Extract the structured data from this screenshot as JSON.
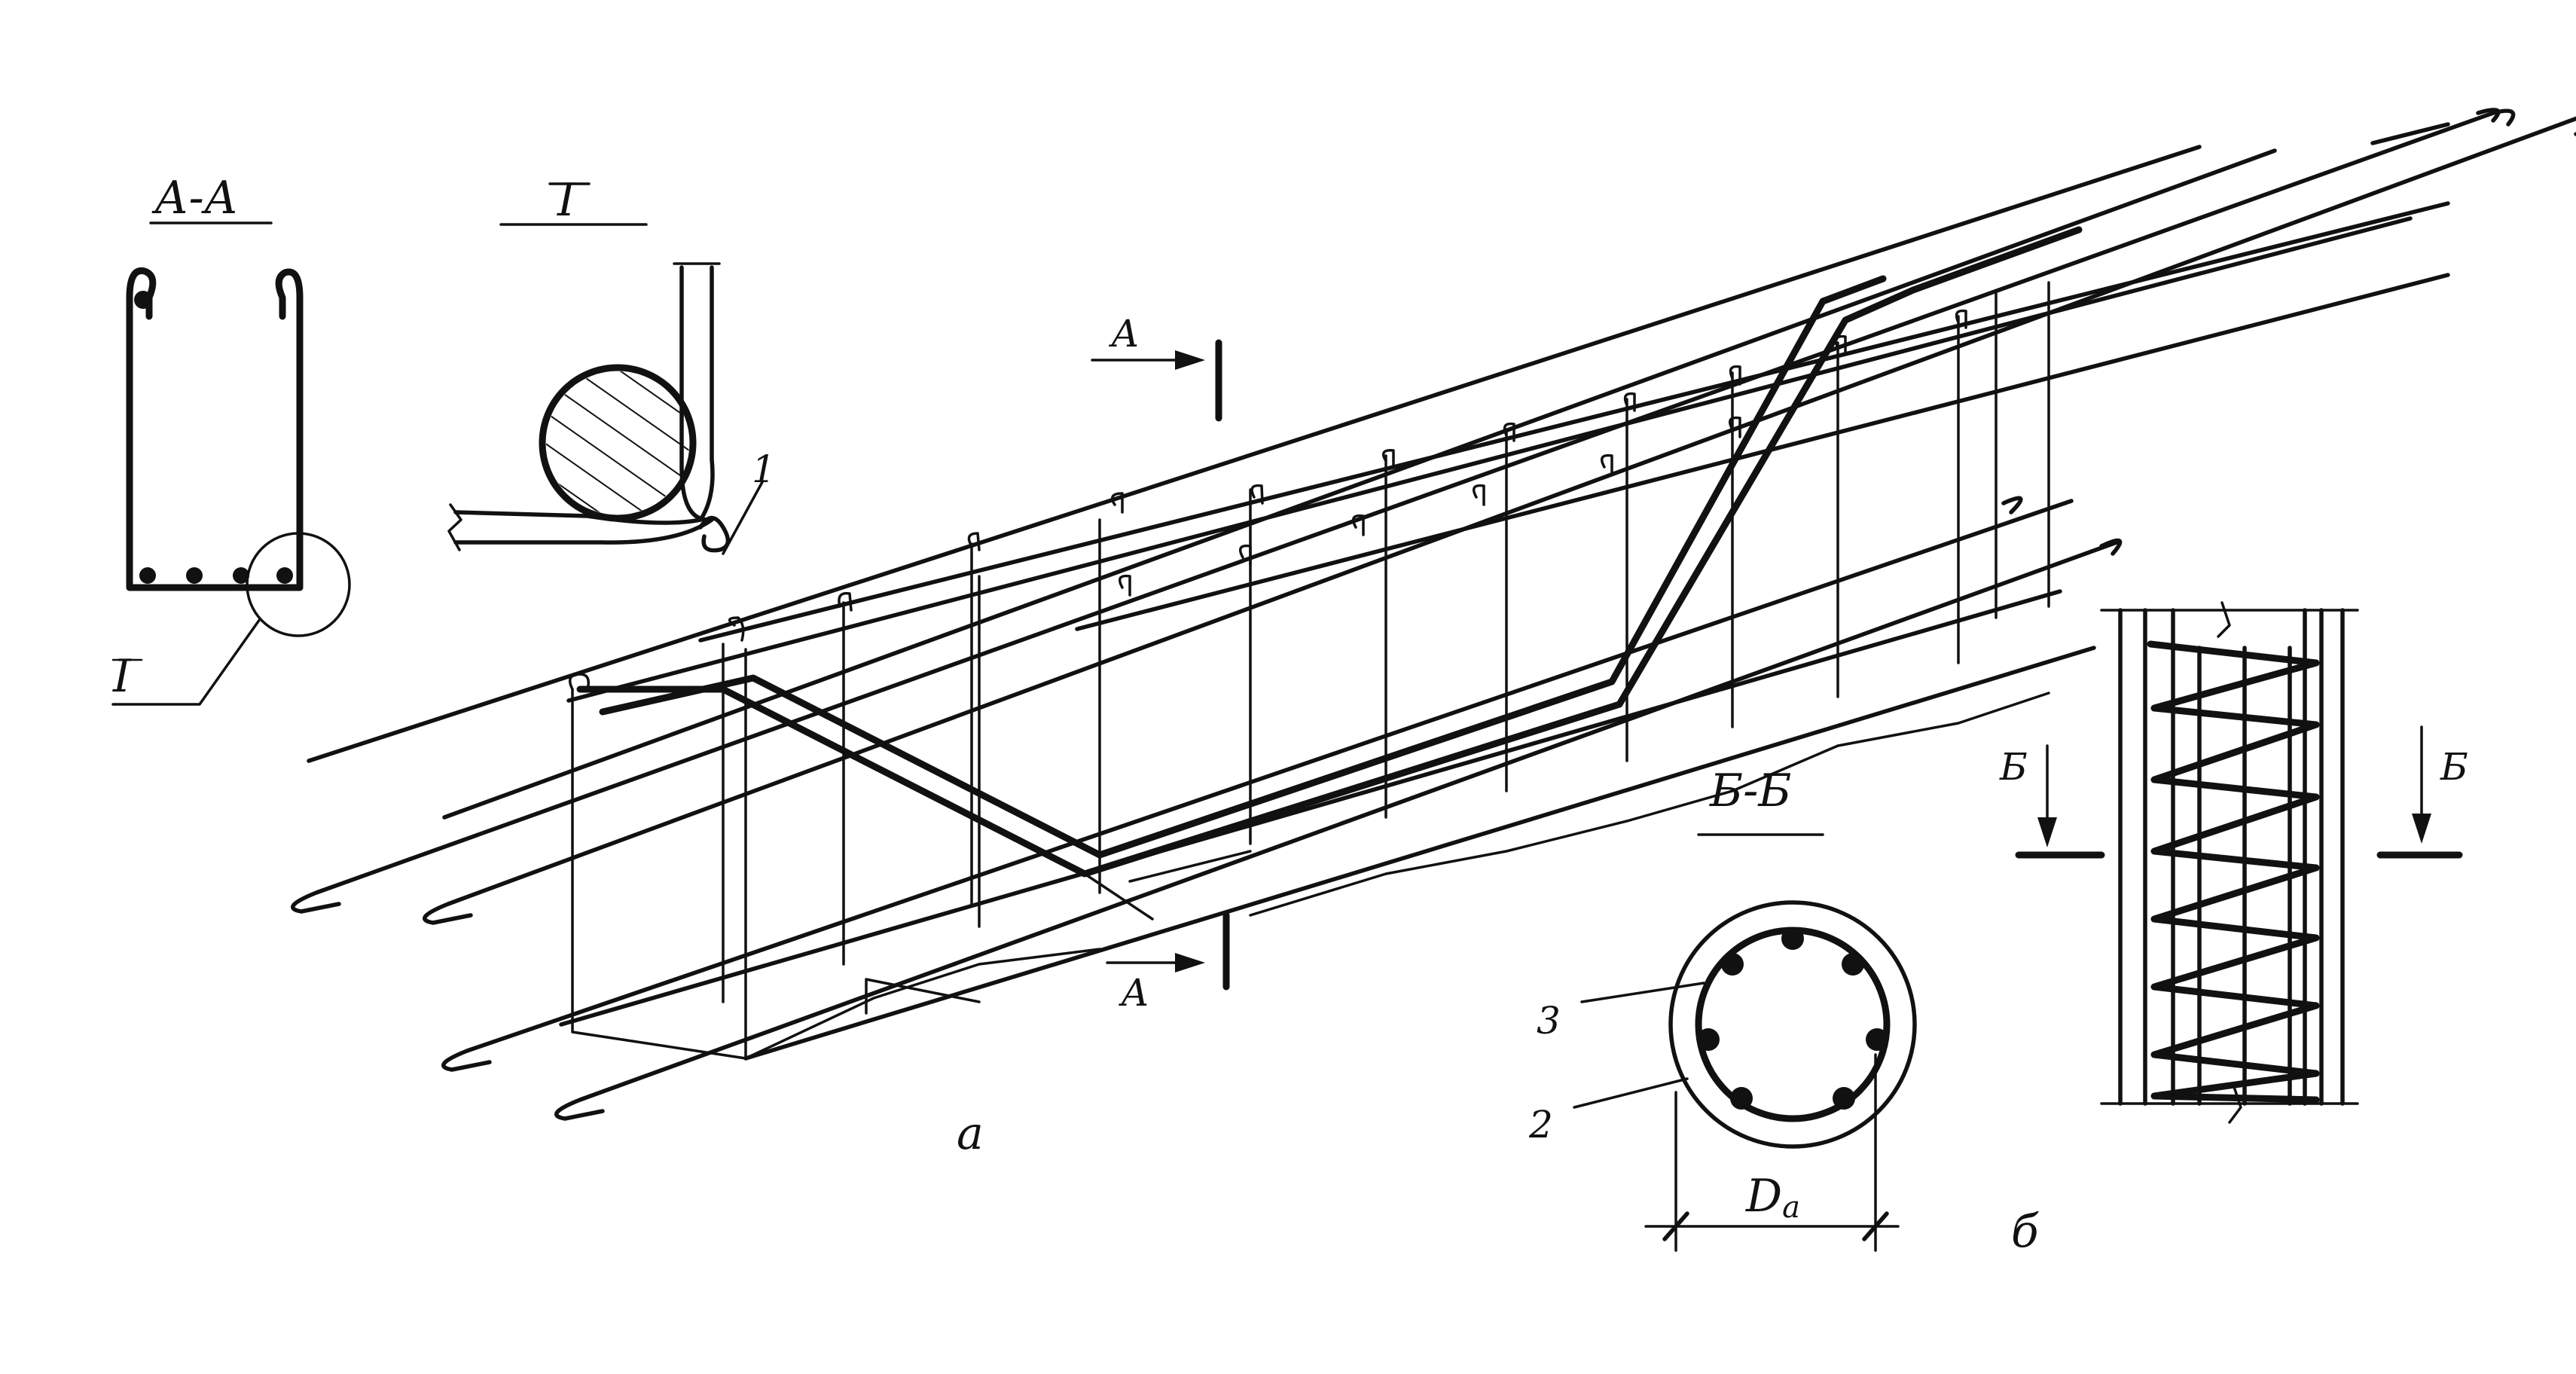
{
  "labels": {
    "section_aa": "А-А",
    "detail_i": "I",
    "detail_i_callout": "I",
    "callout_1": "1",
    "section_a_top": "А",
    "section_a_bottom": "А",
    "section_bb": "Б-Б",
    "callout_3": "3",
    "callout_2": "2",
    "dimension_d": "D",
    "dimension_d_sub": "а",
    "section_b_left": "Б",
    "section_b_right": "Б",
    "fig_a": "а",
    "fig_b": "б"
  },
  "colors": {
    "ink": "#111111",
    "paper": "#ffffff"
  }
}
